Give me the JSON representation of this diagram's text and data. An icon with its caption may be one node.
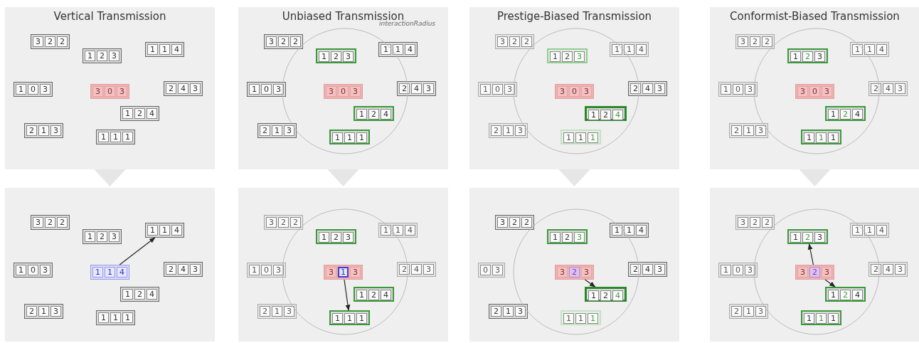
{
  "diagram": {
    "nodes": [
      {
        "text": [
          "Vertical Transmission"
        ]
      },
      {
        "text": [
          "3",
          "2",
          "2"
        ],
        "in": 0
      },
      {
        "text": [
          "1",
          "1",
          "4"
        ],
        "in": 0
      },
      {
        "text": [
          "1",
          "2",
          "3"
        ],
        "in": 0
      },
      {
        "text": [
          "1",
          "0",
          "3"
        ],
        "in": 0
      },
      {
        "text": [
          "3",
          "0",
          "3"
        ],
        "in": 0
      },
      {
        "text": [
          "2",
          "4",
          "3"
        ],
        "in": 0
      },
      {
        "text": [
          "1",
          "2",
          "4"
        ],
        "in": 0
      },
      {
        "text": [
          "2",
          "1",
          "3"
        ],
        "in": 0
      },
      {
        "text": [
          "1",
          "1",
          "1"
        ],
        "in": 0
      },
      {
        "text": [],
        "shape": "box"
      },
      {
        "text": [
          "3",
          "2",
          "2"
        ],
        "in": 10
      },
      {
        "text": [
          "1",
          "1",
          "4"
        ],
        "in": 10
      },
      {
        "text": [
          "1",
          "2",
          "3"
        ],
        "in": 10
      },
      {
        "text": [
          "1",
          "0",
          "3"
        ],
        "in": 10
      },
      {
        "text": [
          "1",
          "1",
          "4"
        ],
        "in": 10
      },
      {
        "text": [
          "2",
          "4",
          "3"
        ],
        "in": 10
      },
      {
        "text": [
          "1",
          "2",
          "4"
        ],
        "in": 10
      },
      {
        "text": [
          "2",
          "1",
          "3"
        ],
        "in": 10
      },
      {
        "text": [
          "1",
          "1",
          "1"
        ],
        "in": 10
      },
      {
        "text": [
          "Unbiased Transmission"
        ]
      },
      {
        "text": [
          "3",
          "2",
          "2"
        ],
        "in": 20
      },
      {
        "text": [
          "1",
          "1",
          "4"
        ],
        "in": 20
      },
      {
        "text": [
          "1",
          "2",
          "3"
        ],
        "in": 20
      },
      {
        "text": [
          "1",
          "0",
          "3"
        ],
        "in": 20
      },
      {
        "text": [
          "3",
          "0",
          "3"
        ],
        "in": 20
      },
      {
        "text": [
          "2",
          "4",
          "3"
        ],
        "in": 20
      },
      {
        "text": [
          "1",
          "2",
          "4"
        ],
        "in": 20
      },
      {
        "text": [
          "2",
          "1",
          "3"
        ],
        "in": 20
      },
      {
        "text": [
          "1",
          "1",
          "1"
        ],
        "in": 20
      },
      {
        "text": [],
        "shape": "box"
      },
      {
        "text": [
          "3",
          "2",
          "2"
        ],
        "in": 30
      },
      {
        "text": [
          "1",
          "1",
          "4"
        ],
        "in": 30
      },
      {
        "text": [
          "1",
          "2",
          "3"
        ],
        "in": 30
      },
      {
        "text": [
          "1",
          "0",
          "3"
        ],
        "in": 30
      },
      {
        "text": [
          "3",
          "1",
          "3"
        ],
        "in": 30
      },
      {
        "text": [
          "2",
          "4",
          "3"
        ],
        "in": 30
      },
      {
        "text": [
          "1",
          "2",
          "4"
        ],
        "in": 30
      },
      {
        "text": [
          "2",
          "1",
          "3"
        ],
        "in": 30
      },
      {
        "text": [
          "1",
          "1",
          "1"
        ],
        "in": 30
      },
      {
        "text": [
          "Prestige-Biased Transmission"
        ]
      },
      {
        "text": [
          "3",
          "2",
          "2"
        ],
        "in": 40
      },
      {
        "text": [
          "1",
          "1",
          "4"
        ],
        "in": 40
      },
      {
        "text": [
          "1",
          "2",
          "3"
        ],
        "in": 40
      },
      {
        "text": [
          "1",
          "0",
          "3"
        ],
        "in": 40
      },
      {
        "text": [
          "3",
          "0",
          "3"
        ],
        "in": 40
      },
      {
        "text": [
          "2",
          "4",
          "3"
        ],
        "in": 40
      },
      {
        "text": [
          "1",
          "2",
          "4"
        ],
        "in": 40
      },
      {
        "text": [
          "2",
          "1",
          "3"
        ],
        "in": 40
      },
      {
        "text": [
          "1",
          "1",
          "1"
        ],
        "in": 40
      },
      {
        "text": [],
        "shape": "box"
      },
      {
        "text": [
          "3",
          "2",
          "2"
        ],
        "in": 50
      },
      {
        "text": [
          "1",
          "1",
          "4"
        ],
        "in": 50
      },
      {
        "text": [
          "1",
          "2",
          "3"
        ],
        "in": 50
      },
      {
        "text": [
          "0",
          "3"
        ],
        "in": 50
      },
      {
        "text": [
          "3",
          "2",
          "3"
        ],
        "in": 50
      },
      {
        "text": [
          "2",
          "4",
          "3"
        ],
        "in": 50
      },
      {
        "text": [
          "1",
          "2",
          "4"
        ],
        "in": 50
      },
      {
        "text": [
          "2",
          "1",
          "3"
        ],
        "in": 50
      },
      {
        "text": [
          "1",
          "1",
          "1"
        ],
        "in": 50
      },
      {
        "text": [
          "Conformist-Biased Transmission"
        ]
      },
      {
        "text": [
          "3",
          "2",
          "2"
        ],
        "in": 60
      },
      {
        "text": [
          "1",
          "1",
          "4"
        ],
        "in": 60
      },
      {
        "text": [
          "1",
          "2",
          "3"
        ],
        "in": 60
      },
      {
        "text": [
          "1",
          "0",
          "3"
        ],
        "in": 60
      },
      {
        "text": [
          "3",
          "0",
          "3"
        ],
        "in": 60
      },
      {
        "text": [
          "2",
          "4",
          "3"
        ],
        "in": 60
      },
      {
        "text": [
          "1",
          "2",
          "4"
        ],
        "in": 60
      },
      {
        "text": [
          "2",
          "1",
          "3"
        ],
        "in": 60
      },
      {
        "text": [
          "1",
          "1",
          "1"
        ],
        "in": 60
      },
      {
        "text": [],
        "shape": "box"
      },
      {
        "text": [
          "3",
          "2",
          "2"
        ],
        "in": 70
      },
      {
        "text": [
          "1",
          "1",
          "4"
        ],
        "in": 70
      },
      {
        "text": [
          "1",
          "2",
          "3"
        ],
        "in": 70
      },
      {
        "text": [
          "1",
          "0",
          "3"
        ],
        "in": 70
      },
      {
        "text": [
          "3",
          "2",
          "3"
        ],
        "in": 70
      },
      {
        "text": [
          "2",
          "4",
          "3"
        ],
        "in": 70
      },
      {
        "text": [
          "1",
          "2",
          "4"
        ],
        "in": 70
      },
      {
        "text": [
          "2",
          "1",
          "3"
        ],
        "in": 70
      },
      {
        "text": [
          "1",
          "1",
          "1"
        ],
        "in": 70
      }
    ],
    "edges": [
      {
        "from": 0,
        "to": 10,
        "arrow": "to"
      },
      {
        "from": 15,
        "to": 12,
        "arrow": "to"
      },
      {
        "from": 20,
        "to": 30,
        "arrow": "to"
      },
      {
        "from": 35,
        "to": 39,
        "arrow": "to"
      },
      {
        "from": 40,
        "to": 50,
        "arrow": "to"
      },
      {
        "from": 55,
        "to": 57,
        "arrow": "to"
      },
      {
        "from": 60,
        "to": 70,
        "arrow": "to"
      },
      {
        "from": 75,
        "to": 73,
        "arrow": "to"
      },
      {
        "from": 75,
        "to": 77,
        "arrow": "to"
      }
    ],
    "labels": [
      "interactionRadius"
    ]
  }
}
